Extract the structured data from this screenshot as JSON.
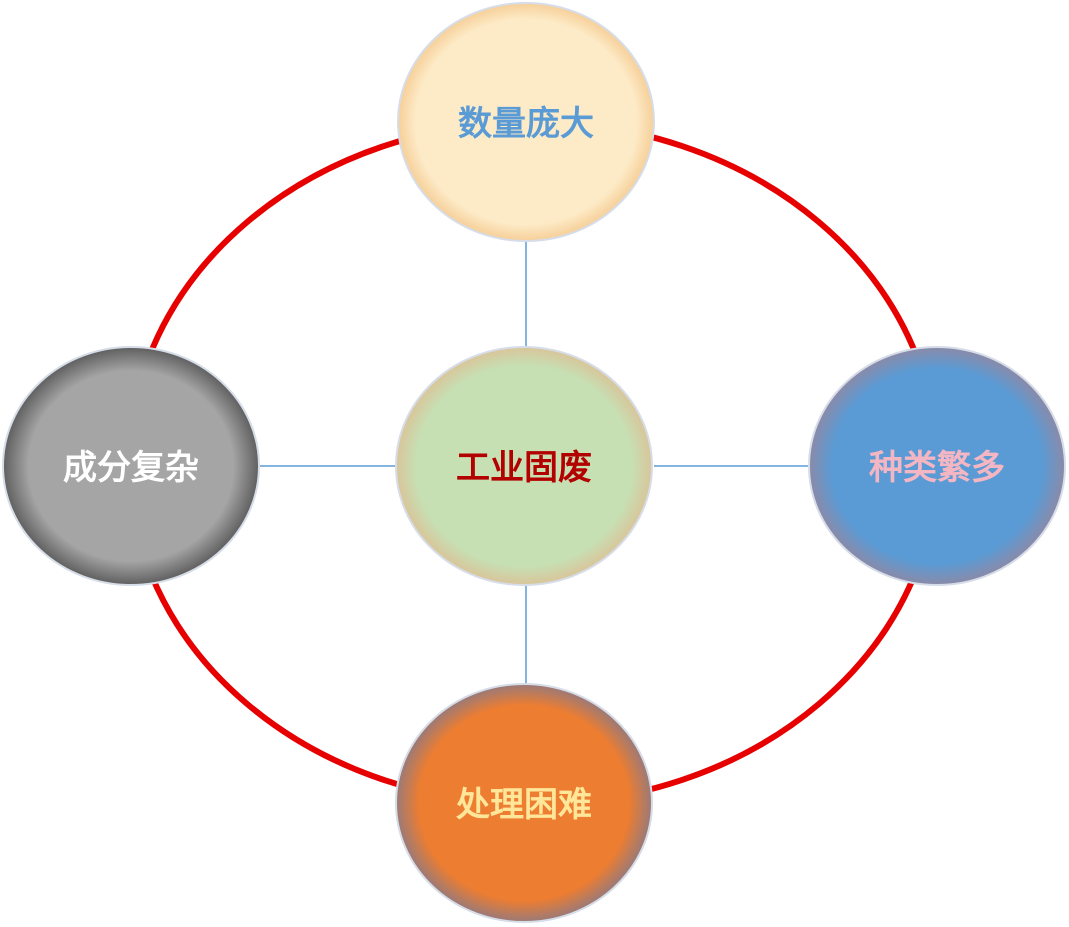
{
  "diagram": {
    "center": {
      "label": "工业固废",
      "text_color": "#b30000",
      "fill": "#c6e0b4"
    },
    "nodes": {
      "top": {
        "label": "数量庞大",
        "text_color": "#5b9bd5",
        "fill": "#fdebc8"
      },
      "right": {
        "label": "种类繁多",
        "text_color": "#f4b6c2",
        "fill": "#5b9bd5"
      },
      "bottom": {
        "label": "处理困难",
        "text_color": "#ffe699",
        "fill": "#ed7d31"
      },
      "left": {
        "label": "成分复杂",
        "text_color": "#ffffff",
        "fill": "#a5a5a5"
      }
    },
    "ring_color": "#e60000",
    "connector_color": "#5b9bd5"
  }
}
